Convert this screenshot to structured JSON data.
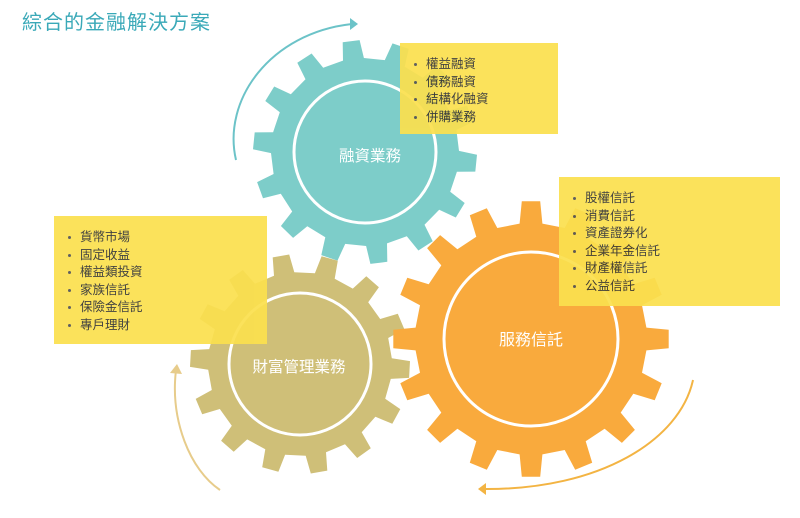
{
  "title": "綜合的金融解決方案",
  "colors": {
    "title": "#3aa9b8",
    "gear_financing": "#7dcdc9",
    "gear_trust": "#f9aa3d",
    "gear_wealth": "#cfbf78",
    "note_background": "#fbe04f",
    "arrow_top": "#6cc3c8",
    "arrow_bottom": "#f3b443",
    "arrow_left": "#e7cc8b"
  },
  "gears": [
    {
      "id": "financing",
      "label": "融資業務",
      "items": [
        "權益融資",
        "債務融資",
        "結構化融資",
        "併購業務"
      ]
    },
    {
      "id": "trust",
      "label": "服務信託",
      "items": [
        "股權信託",
        "消費信託",
        "資產證券化",
        "企業年金信託",
        "財產權信託",
        "公益信託"
      ]
    },
    {
      "id": "wealth",
      "label": "財富管理業務",
      "items": [
        "貨幣市場",
        "固定收益",
        "權益類投資",
        "家族信託",
        "保險金信託",
        "專戶理財"
      ]
    }
  ]
}
